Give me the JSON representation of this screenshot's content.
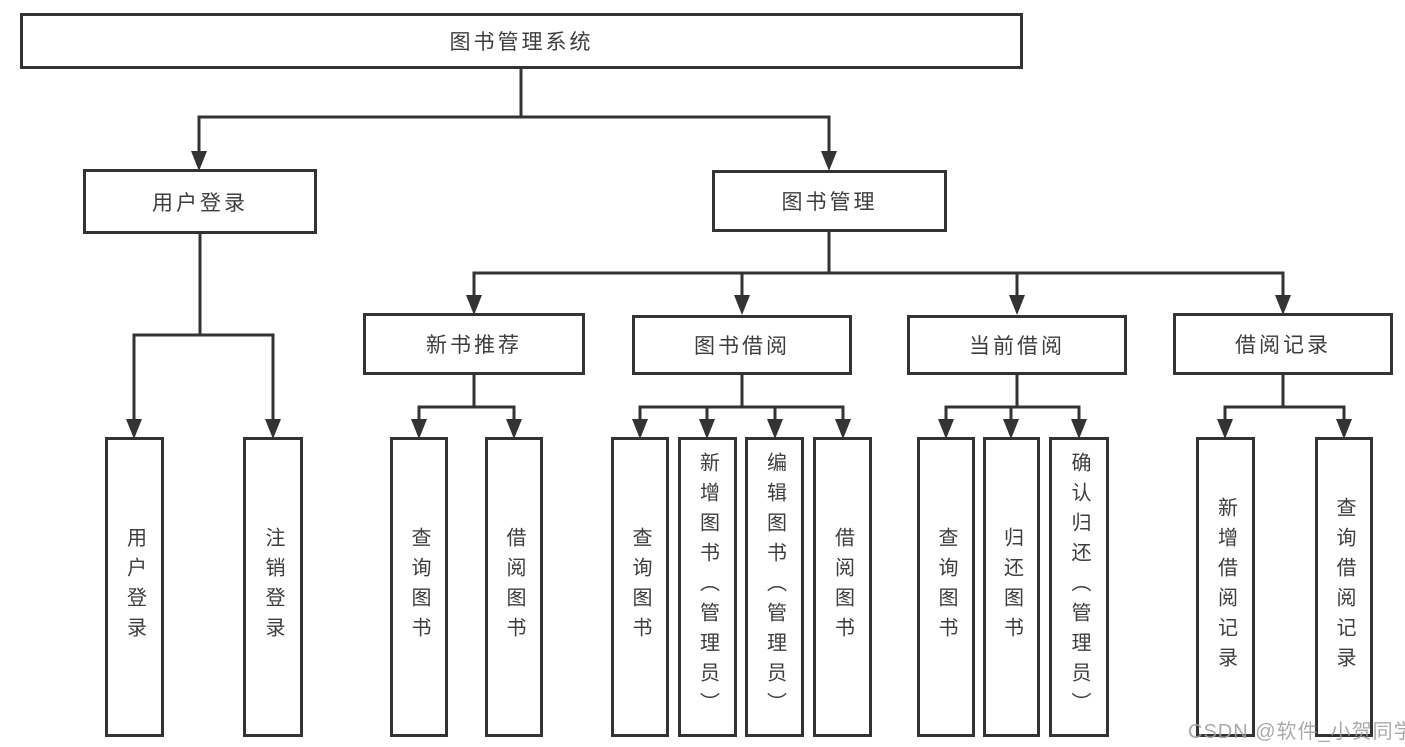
{
  "tree": {
    "root": "图书管理系统",
    "branches": [
      {
        "label": "用户登录",
        "leaves": [
          "用户登录",
          "注销登录"
        ]
      },
      {
        "label": "图书管理",
        "groups": [
          {
            "label": "新书推荐",
            "leaves": [
              "查询图书",
              "借阅图书"
            ]
          },
          {
            "label": "图书借阅",
            "leaves": [
              "查询图书",
              "新增图书（管理员）",
              "编辑图书（管理员）",
              "借阅图书"
            ]
          },
          {
            "label": "当前借阅",
            "leaves": [
              "查询图书",
              "归还图书",
              "确认归还（管理员）"
            ]
          },
          {
            "label": "借阅记录",
            "leaves": [
              "新增借阅记录",
              "查询借阅记录"
            ]
          }
        ]
      }
    ]
  },
  "watermark": {
    "text": "CSDN @软件_小贺同学"
  },
  "colors": {
    "line": "#333333",
    "text": "#3d3d3d",
    "box_background": "#ffffff",
    "watermark": "#9e9e9e"
  }
}
